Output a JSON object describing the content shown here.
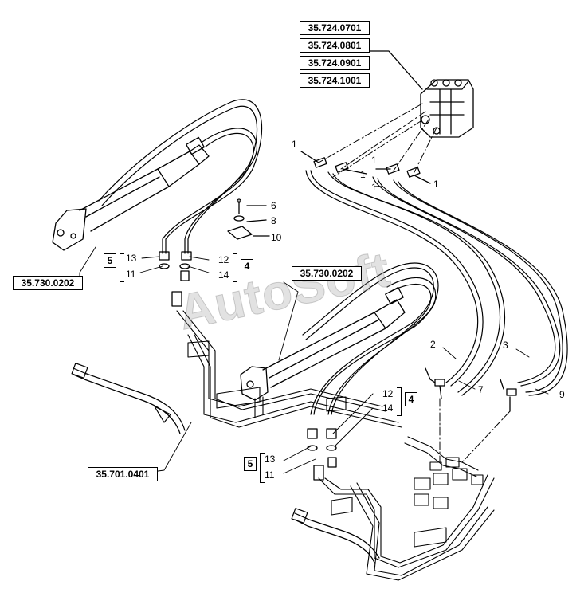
{
  "reference_boxes": {
    "r1": "35.724.0701",
    "r2": "35.724.0801",
    "r3": "35.724.0901",
    "r4": "35.724.1001",
    "cyl_left": "35.730.0202",
    "cyl_center": "35.730.0202",
    "pipe": "35.701.0401"
  },
  "callouts": {
    "c1a": "1",
    "c1b": "1",
    "c1c": "1",
    "c1d": "1",
    "c1e": "1",
    "c6": "6",
    "c8": "8",
    "c10": "10",
    "c13a": "13",
    "c11a": "11",
    "c12a": "12",
    "c14a": "14",
    "c12b": "12",
    "c14b": "14",
    "c13b": "13",
    "c11b": "11",
    "c2": "2",
    "c7": "7",
    "c3": "3",
    "c9": "9"
  },
  "group_labels": {
    "g5a": "5",
    "g4a": "4",
    "g4b": "4",
    "g5b": "5"
  },
  "watermark": "AutoSoft",
  "colors": {
    "line": "#000000",
    "background": "#ffffff"
  }
}
